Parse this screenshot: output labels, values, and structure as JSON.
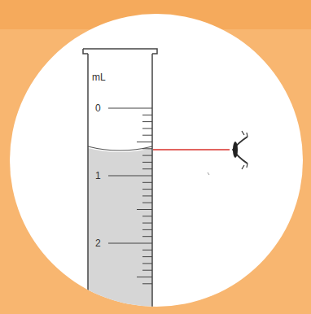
{
  "diagram": {
    "labels": [
      "mL",
      "0",
      "1",
      "2"
    ]
  }
}
